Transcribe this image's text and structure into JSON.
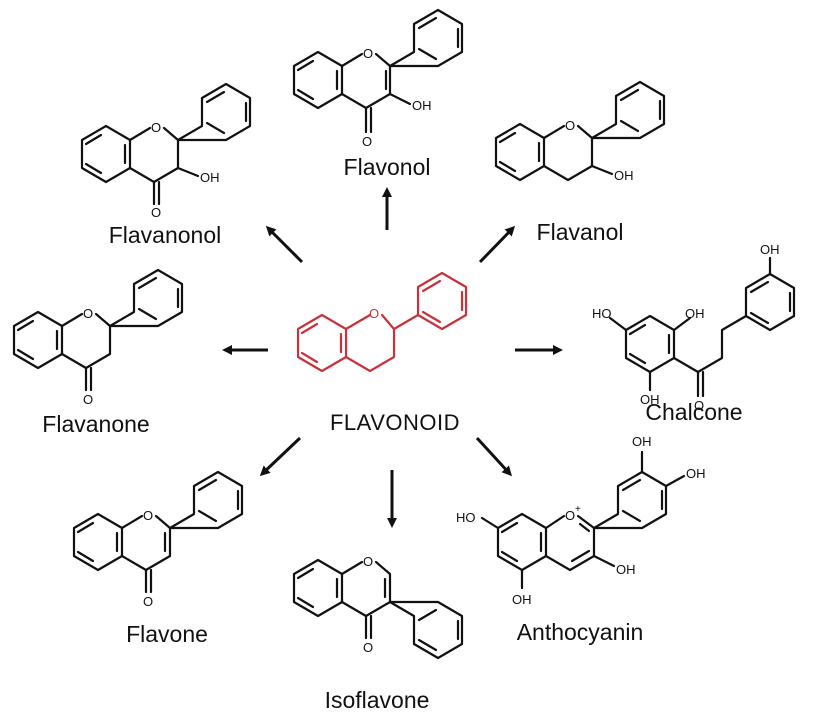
{
  "center": {
    "label": "FLAVONOID",
    "color": "#c8323a"
  },
  "compounds": {
    "flavonol": {
      "label": "Flavonol",
      "oh": "OH",
      "o": "O"
    },
    "flavanonol": {
      "label": "Flavanonol",
      "oh": "OH",
      "o": "O"
    },
    "flavanol": {
      "label": "Flavanol",
      "oh": "OH",
      "o": "O"
    },
    "flavanone": {
      "label": "Flavanone",
      "o": "O"
    },
    "chalcone": {
      "label": "Chalcone",
      "oh": "HO",
      "oh_right": "OH",
      "o": "O"
    },
    "flavone": {
      "label": "Flavone",
      "o": "O"
    },
    "isoflavone": {
      "label": "Isoflavone",
      "o": "O"
    },
    "anthocyanin": {
      "label": "Anthocyanin",
      "oh": "OH",
      "ho": "HO",
      "o": "O",
      "charge": "+"
    }
  }
}
